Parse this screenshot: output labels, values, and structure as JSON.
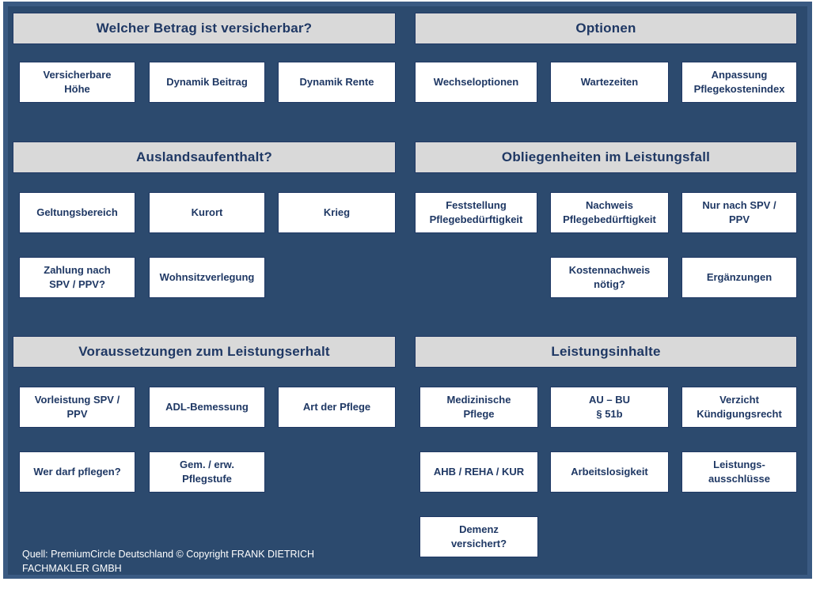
{
  "colors": {
    "panel_navy": "#2c4a6e",
    "frame_blue": "#3a5a82",
    "header_gray": "#d9d9d9",
    "text_navy": "#1f3864",
    "tile_white": "#ffffff"
  },
  "sections": [
    {
      "id": "welcher-betrag",
      "title": "Welcher Betrag ist versicherbar?",
      "column": "left",
      "rows": [
        [
          "Versicherbare\nHöhe",
          "Dynamik Beitrag",
          "Dynamik  Rente"
        ]
      ]
    },
    {
      "id": "optionen",
      "title": "Optionen",
      "column": "right",
      "rows": [
        [
          "Wechseloptionen",
          "Wartezeiten",
          "Anpassung\nPflegekostenindex"
        ]
      ]
    },
    {
      "id": "auslandsaufenthalt",
      "title": "Auslandsaufenthalt?",
      "column": "left",
      "rows": [
        [
          "Geltungsbereich",
          "Kurort",
          "Krieg"
        ],
        [
          "Zahlung nach\nSPV / PPV?",
          "Wohnsitzverlegung",
          null
        ]
      ]
    },
    {
      "id": "obliegenheiten",
      "title": "Obliegenheiten im Leistungsfall",
      "column": "right",
      "rows": [
        [
          "Feststellung\nPflegebedürftigkeit",
          "Nachweis\nPflegebedürftigkeit",
          "Nur nach SPV /\nPPV"
        ],
        [
          null,
          "Kostennachweis\nnötig?",
          "Ergänzungen"
        ]
      ]
    },
    {
      "id": "voraussetzungen",
      "title": "Voraussetzungen zum Leistungserhalt",
      "column": "left",
      "rows": [
        [
          "Vorleistung SPV /\nPPV",
          "ADL-Bemessung",
          "Art der Pflege"
        ],
        [
          "Wer darf pflegen?",
          "Gem. / erw.\nPflegstufe",
          null
        ]
      ]
    },
    {
      "id": "leistungsinhalte",
      "title": "Leistungsinhalte",
      "column": "right",
      "rows": [
        [
          "Medizinische\nPflege",
          "AU – BU\n§ 51b",
          "Verzicht\nKündigungsrecht"
        ],
        [
          "AHB / REHA / KUR",
          "Arbeitslosigkeit",
          "Leistungs-\nausschlüsse"
        ],
        [
          "Demenz\nversichert?",
          null,
          null
        ]
      ]
    }
  ],
  "footer": {
    "text": "Quell: PremiumCircle Deutschland © Copyright FRANK DIETRICH FACHMAKLER GMBH"
  }
}
